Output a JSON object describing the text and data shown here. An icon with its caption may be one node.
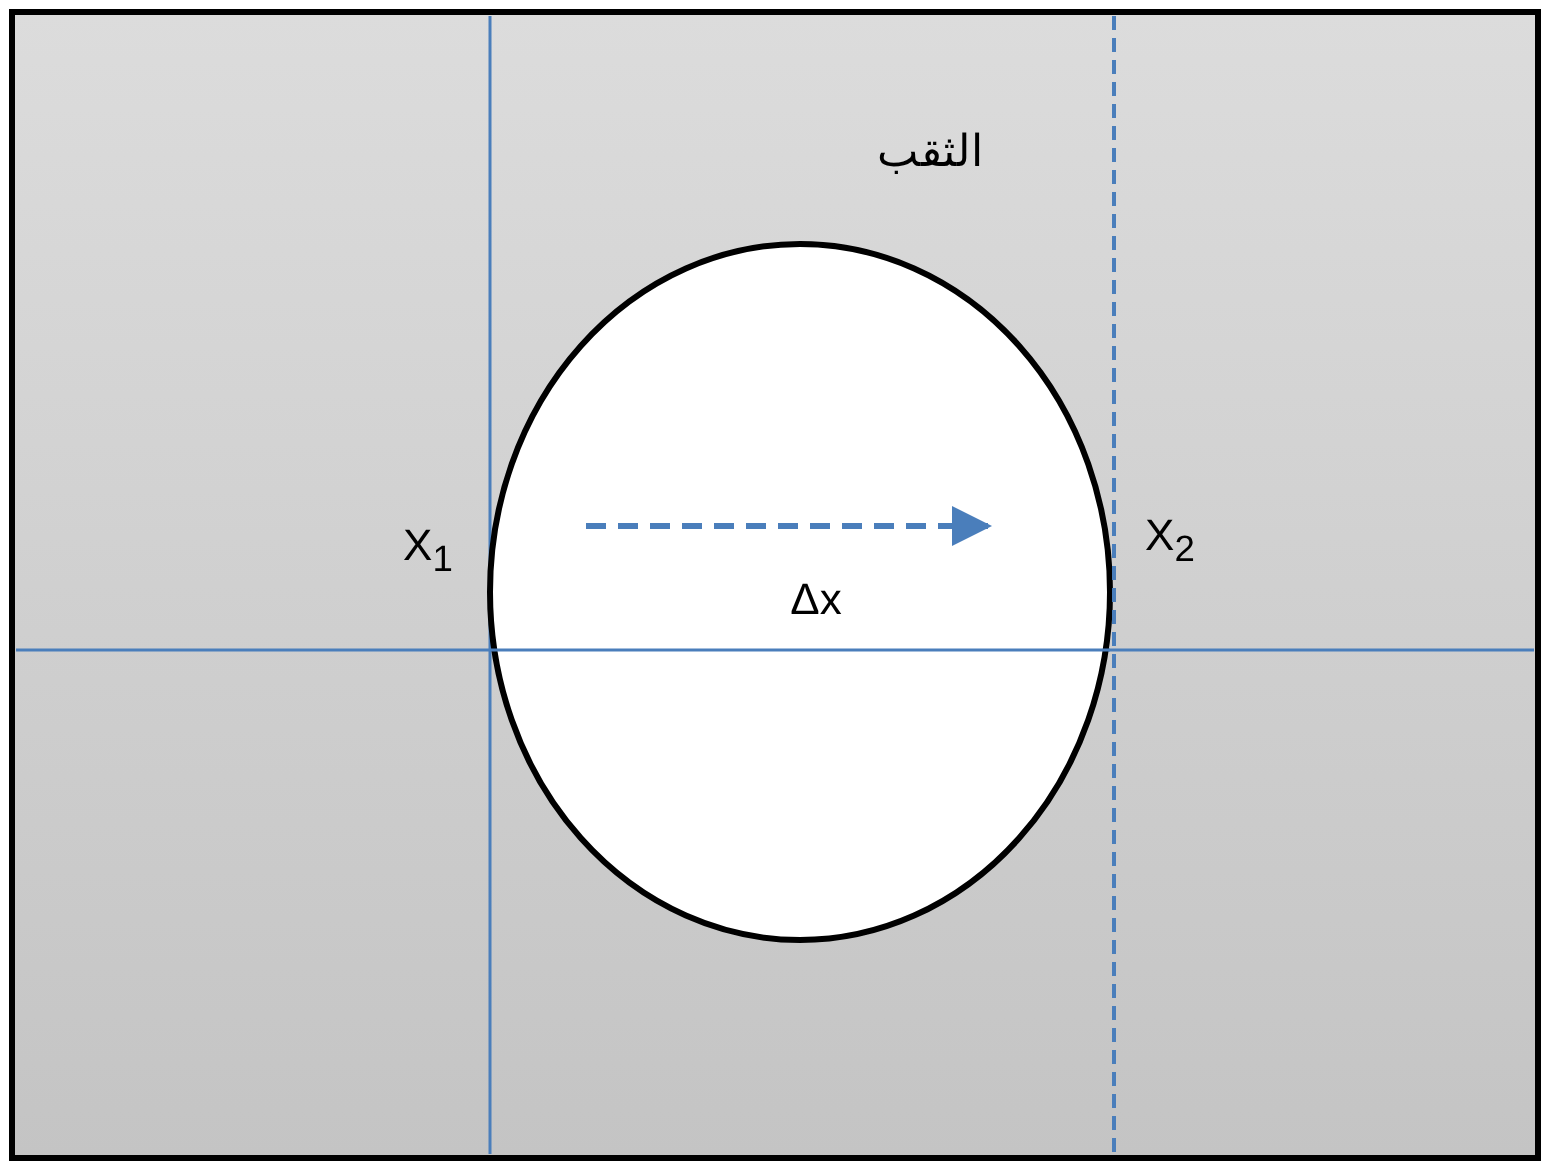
{
  "diagram": {
    "labels": [
      "الثقب",
      "X$_{1}$",
      "X$_{2}$",
      "Δx"
    ]
  }
}
